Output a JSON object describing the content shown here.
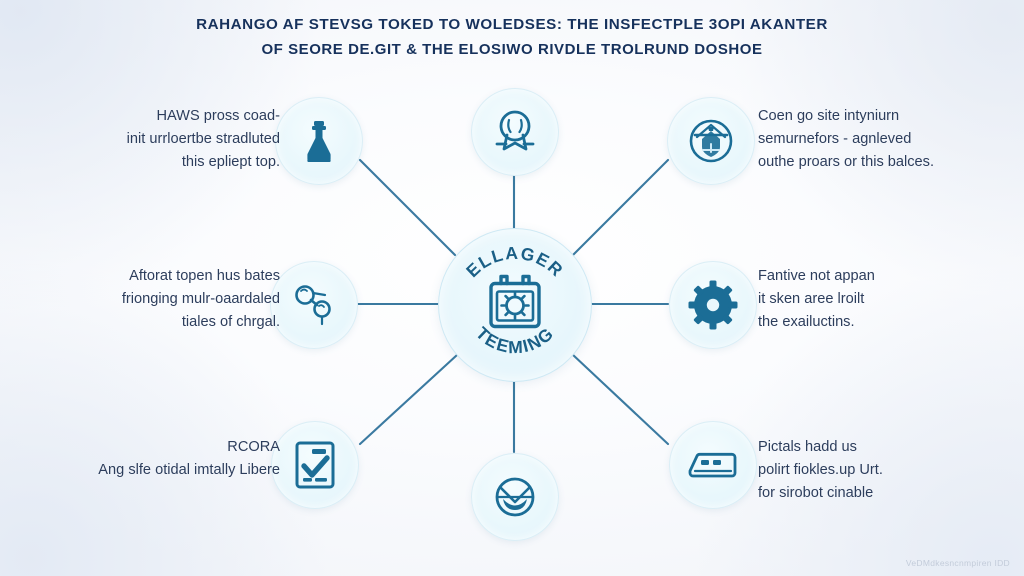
{
  "title": {
    "line1": "RAHANGO AF STEVSG TOKED TO WOLEDSES: THE INSFECTPLE 3OPI AKANTER",
    "line2": "OF SEORE DE.GIT & THE ELOSIWO RIVDLE TROLRUND DOSHOE"
  },
  "hub": {
    "top_arc": "ELLAGER",
    "bottom_arc": "TEEMING",
    "icon": "calendar-gear-icon"
  },
  "colors": {
    "accent_dark": "#16315c",
    "accent_teal": "#1a6a93",
    "icon_fill": "#1b6d96",
    "node_bg": "#e8f7fc",
    "line": "#2a6f99",
    "body_text": "#2c3d5c",
    "page_bg": "#f4f6fa"
  },
  "nodes": [
    {
      "id": "node-flask",
      "icon": "flask-bottle-icon",
      "side": "left"
    },
    {
      "id": "node-award",
      "icon": "award-ribbon-icon",
      "side": "top"
    },
    {
      "id": "node-crest",
      "icon": "shield-crest-icon",
      "side": "right"
    },
    {
      "id": "node-molecule",
      "icon": "molecule-icon",
      "side": "left"
    },
    {
      "id": "node-gear",
      "icon": "gear-icon",
      "side": "right"
    },
    {
      "id": "node-checkdoc",
      "icon": "document-check-icon",
      "side": "left"
    },
    {
      "id": "node-compass",
      "icon": "compass-gauge-icon",
      "side": "bottom"
    },
    {
      "id": "node-device",
      "icon": "device-chip-icon",
      "side": "right"
    }
  ],
  "texts": {
    "top_left": [
      "HAWS pross coad-",
      "init urrloertbe stradluted",
      "this epliept top."
    ],
    "mid_left": [
      "Aftorat topen hus bates",
      "frionging mulr-oaardaled",
      "tiales of chrgal."
    ],
    "bottom_left": [
      "RCORA",
      "Ang slfe otidal imtally Libere"
    ],
    "top_right": [
      "Coen go site intyniurn",
      "semurnefors - agnleved",
      "outhe proars or this balces."
    ],
    "mid_right": [
      "Fantive not appan",
      "it sken aree lroilt",
      "the exailuctins."
    ],
    "bottom_right": [
      "Pictals hadd us",
      "polirt fiokles.up Urt.",
      "for sirobot cinable"
    ]
  },
  "watermark": "VeDMdkesncnmpiren IDD"
}
